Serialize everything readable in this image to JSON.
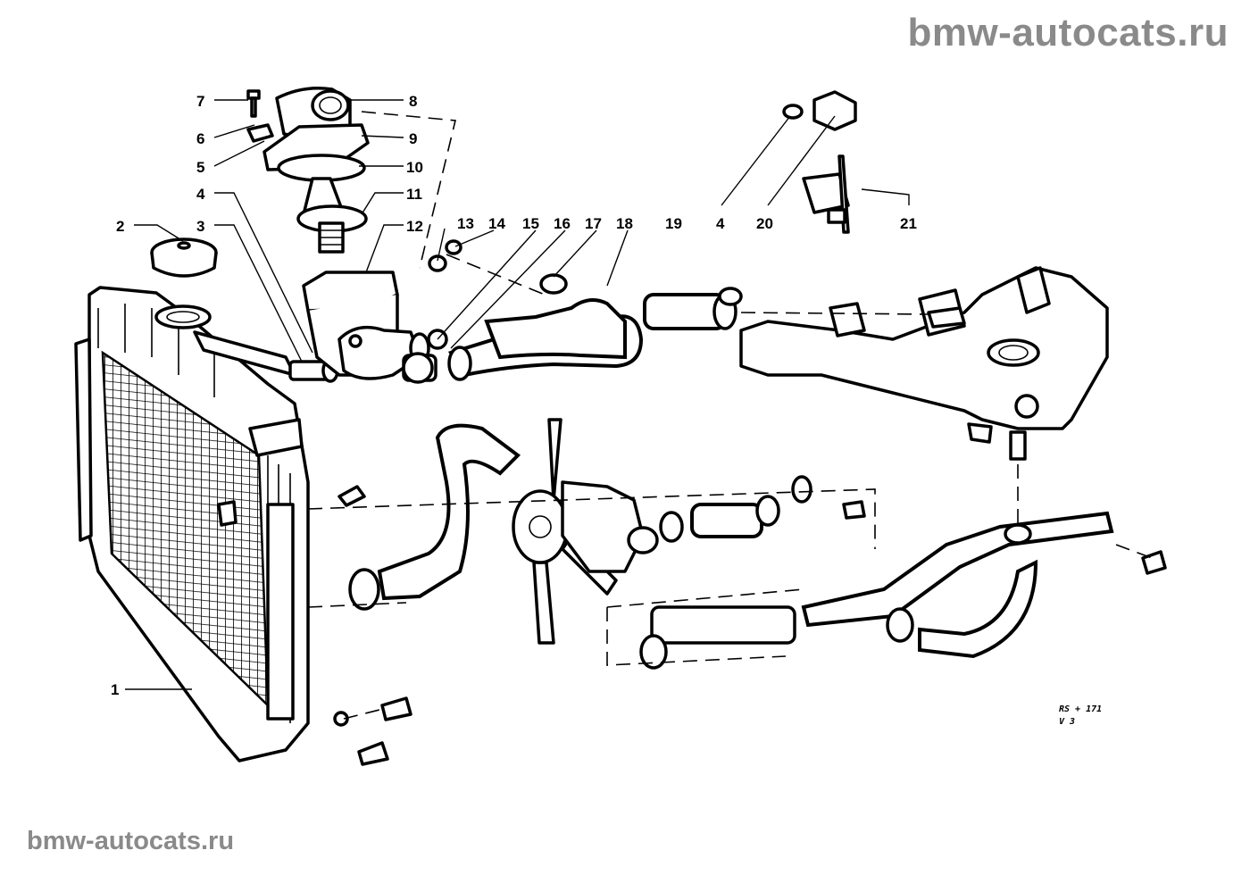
{
  "watermark": {
    "top": "bmw-autocats.ru",
    "bottom": "bmw-autocats.ru"
  },
  "plate_code": {
    "line1": "RS + 171",
    "line2": "V 3"
  },
  "callouts": [
    {
      "id": "c7",
      "text": "7"
    },
    {
      "id": "c6",
      "text": "6"
    },
    {
      "id": "c5",
      "text": "5"
    },
    {
      "id": "c4a",
      "text": "4"
    },
    {
      "id": "c3",
      "text": "3"
    },
    {
      "id": "c2",
      "text": "2"
    },
    {
      "id": "c8",
      "text": "8"
    },
    {
      "id": "c9",
      "text": "9"
    },
    {
      "id": "c10",
      "text": "10"
    },
    {
      "id": "c11",
      "text": "11"
    },
    {
      "id": "c12",
      "text": "12"
    },
    {
      "id": "c13",
      "text": "13"
    },
    {
      "id": "c14",
      "text": "14"
    },
    {
      "id": "c15",
      "text": "15"
    },
    {
      "id": "c16",
      "text": "16"
    },
    {
      "id": "c17",
      "text": "17"
    },
    {
      "id": "c18",
      "text": "18"
    },
    {
      "id": "c19",
      "text": "19"
    },
    {
      "id": "c4b",
      "text": "4"
    },
    {
      "id": "c20",
      "text": "20"
    },
    {
      "id": "c21",
      "text": "21"
    },
    {
      "id": "c1",
      "text": "1"
    }
  ],
  "colors": {
    "ink": "#000000",
    "watermark": "#8a8a8a",
    "paper": "#ffffff"
  }
}
